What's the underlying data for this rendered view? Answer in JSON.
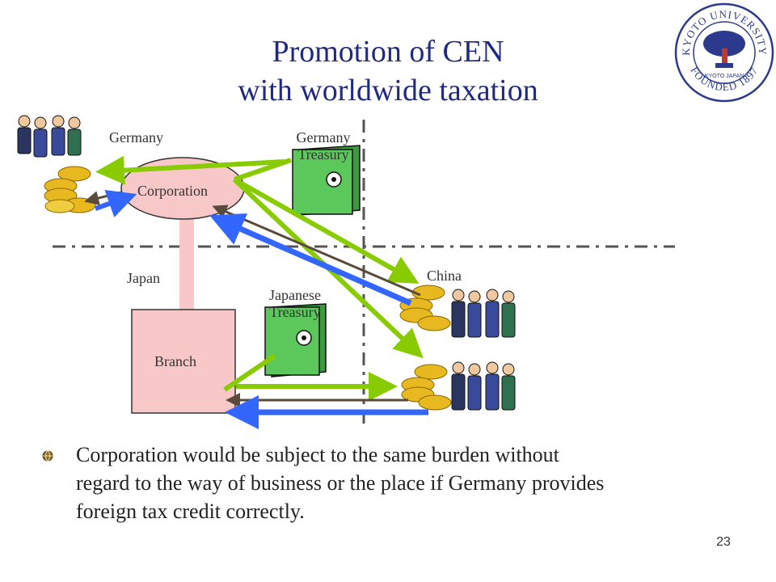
{
  "slide": {
    "title_line1": "Promotion of CEN",
    "title_line2": "with worldwide taxation",
    "page_number": "23"
  },
  "logo": {
    "text_top": "KYOTO UNIVERSITY",
    "text_bottom": "FOUNDED 1897",
    "text_center": "KYOTO JAPAN",
    "color": "#2b3a8c"
  },
  "diagram": {
    "labels": {
      "germany": "Germany",
      "germany_treasury_line1": "Germany",
      "germany_treasury_line2": "Treasury",
      "corporation": "Corporation",
      "japan": "Japan",
      "japanese_treasury_line1": "Japanese",
      "japanese_treasury_line2": "Treasury",
      "china": "China",
      "branch": "Branch"
    },
    "colors": {
      "green_arrow": "#88cc00",
      "blue_arrow": "#3366ff",
      "brown_arrow": "#5a4a3a",
      "corporation_fill": "#f8c8c8",
      "safe_fill": "#5cc85c",
      "coin": "#e8b820"
    }
  },
  "bullet": {
    "icon": "globe-bullet-icon",
    "text_line1": "Corporation would be subject to the same burden without",
    "text_line2": "regard to the way of business or the place if Germany provides",
    "text_line3": "foreign tax credit correctly."
  }
}
